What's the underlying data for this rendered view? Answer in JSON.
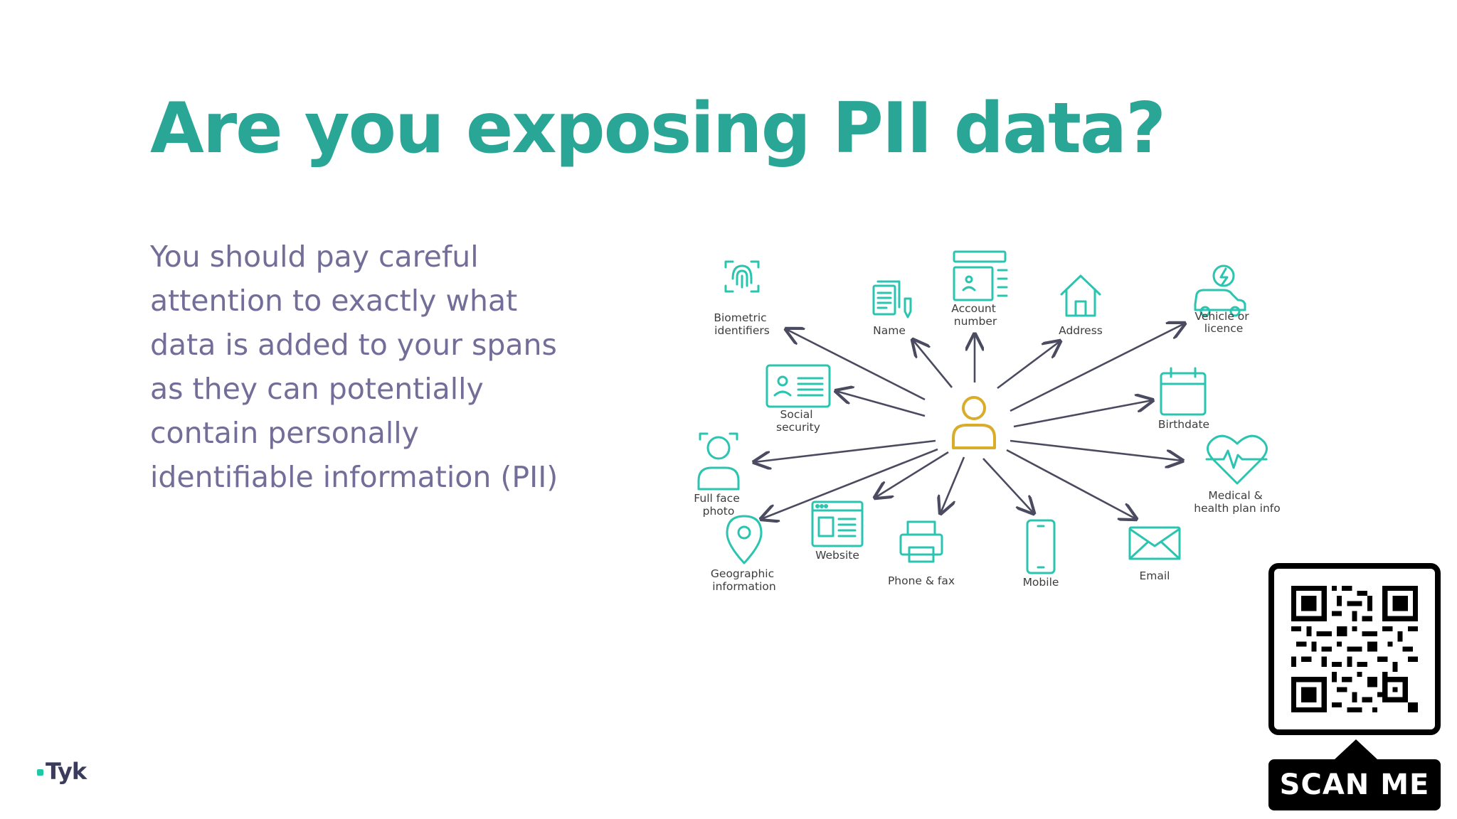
{
  "slide": {
    "title": "Are you exposing PII data?",
    "body": "You should pay careful attention to exactly what data is added to your spans as they can potentially contain personally identifiable information (PII)"
  },
  "diagram": {
    "colors": {
      "icon": "#2bc4b0",
      "center": "#d9ac2a",
      "arrow": "#4a4a60"
    },
    "labels": {
      "biometric": [
        "Biometric",
        "identifiers"
      ],
      "name": [
        "Name"
      ],
      "account": [
        "Account",
        "number"
      ],
      "address": [
        "Address"
      ],
      "vehicle": [
        "Vehicle or",
        "licence"
      ],
      "social": [
        "Social",
        "security"
      ],
      "birthdate": [
        "Birthdate"
      ],
      "face": [
        "Full face",
        "photo"
      ],
      "medical": [
        "Medical &",
        "health plan info"
      ],
      "geo": [
        "Geographic",
        "information"
      ],
      "website": [
        "Website"
      ],
      "phone": [
        "Phone & fax"
      ],
      "mobile": [
        "Mobile"
      ],
      "email": [
        "Email"
      ]
    }
  },
  "logo": {
    "text": "Tyk",
    "color": "#20c9a6"
  },
  "qr": {
    "cta": "SCAN ME"
  }
}
